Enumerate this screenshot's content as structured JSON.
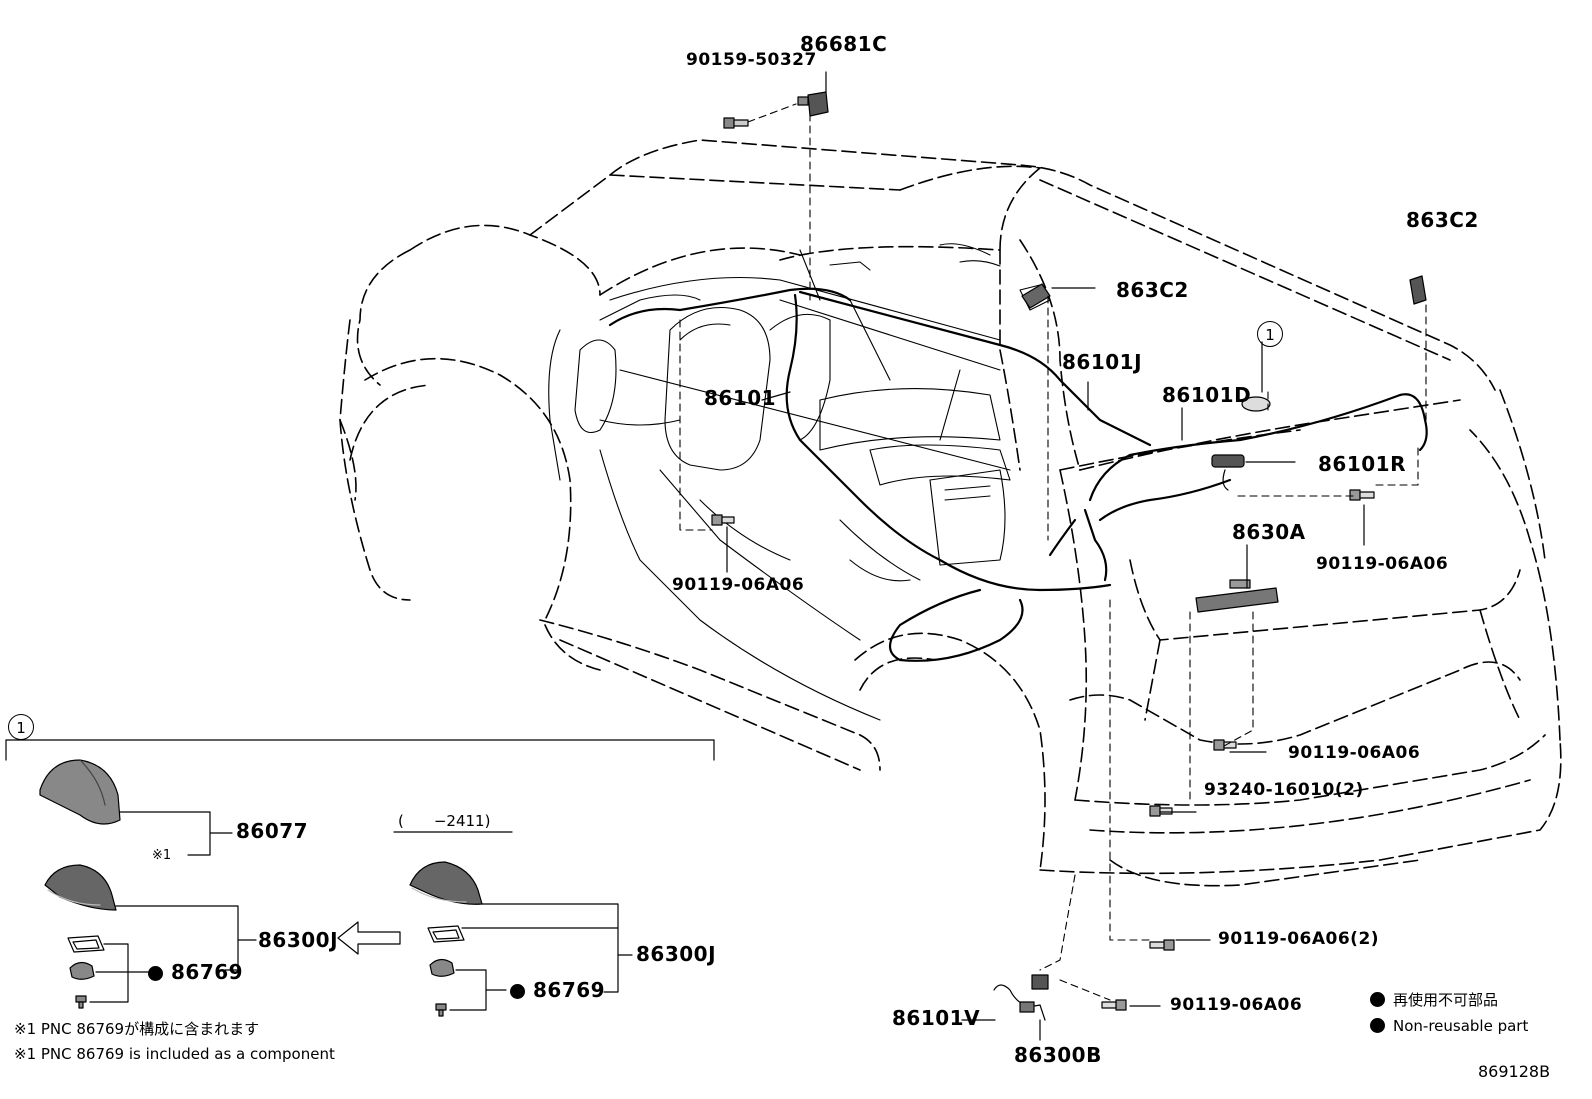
{
  "labels": {
    "p86681C": "86681C",
    "p90159_50327": "90159-50327",
    "p863C2_roof": "863C2",
    "p863C2_right": "863C2",
    "p86101J": "86101J",
    "p86101D": "86101D",
    "p86101": "86101",
    "p86101R": "86101R",
    "p8630A": "8630A",
    "p90119_06A06_mid": "90119-06A06",
    "p90119_06A06_right": "90119-06A06",
    "p90119_06A06_rear": "90119-06A06",
    "p93240_16010": "93240-16010(2)",
    "p90119_06A06_2": "90119-06A06(2)",
    "p90119_06A06_bottom": "90119-06A06",
    "p86101V": "86101V",
    "p86300B": "86300B",
    "p86077": "86077",
    "p86300J_left": "86300J",
    "p86300J_right": "86300J",
    "p86769_left": "86769",
    "p86769_right": "86769",
    "range": "(　　−2411)",
    "ref1": "※1"
  },
  "callout": {
    "main": "1",
    "inset": "1"
  },
  "notes": {
    "jp": "※1 PNC 86769が構成に含まれます",
    "en": "※1 PNC 86769 is included as a component"
  },
  "legend": {
    "jp": "再使用不可部品",
    "en": "Non-reusable part"
  },
  "diagram_code": "869128B"
}
